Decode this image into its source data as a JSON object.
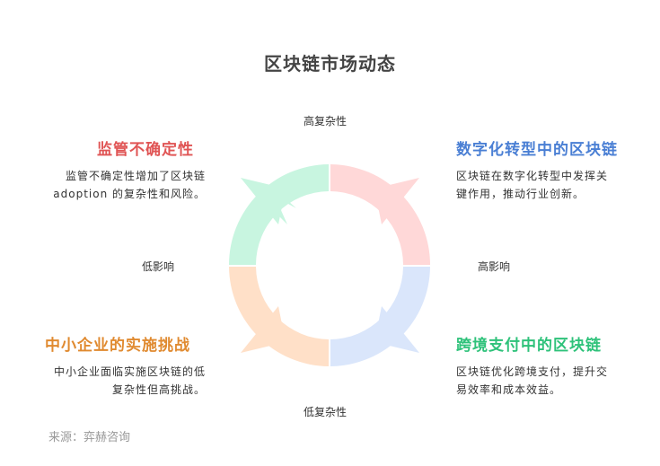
{
  "title": "区块链市场动态",
  "axes": {
    "top": "高复杂性",
    "bottom": "低复杂性",
    "left": "低影响",
    "right": "高影响"
  },
  "quadrants": [
    {
      "title": "监管不确定性",
      "desc_line1": "监管不确定性增加了区块链",
      "desc_line2": "adoption 的复杂性和风险。",
      "color": "#e05555",
      "fill": "#c8f5e0"
    },
    {
      "title": "数字化转型中的区块链",
      "desc_line1": "区块链在数字化转型中发挥关",
      "desc_line2": "键作用，推动行业创新。",
      "color": "#4a7fd4",
      "fill": "#ffd8d8"
    },
    {
      "title": "中小企业的实施挑战",
      "desc_line1": "中小企业面临实施区块链的低",
      "desc_line2": "复杂性但高挑战。",
      "color": "#e08a30",
      "fill": "#ffe0c8"
    },
    {
      "title": "跨境支付中的区块链",
      "desc_line1": "区块链优化跨境支付，提升交",
      "desc_line2": "易效率和成本效益。",
      "color": "#2ec27a",
      "fill": "#dae6fb"
    }
  ],
  "source": "来源：弈赫咨询"
}
